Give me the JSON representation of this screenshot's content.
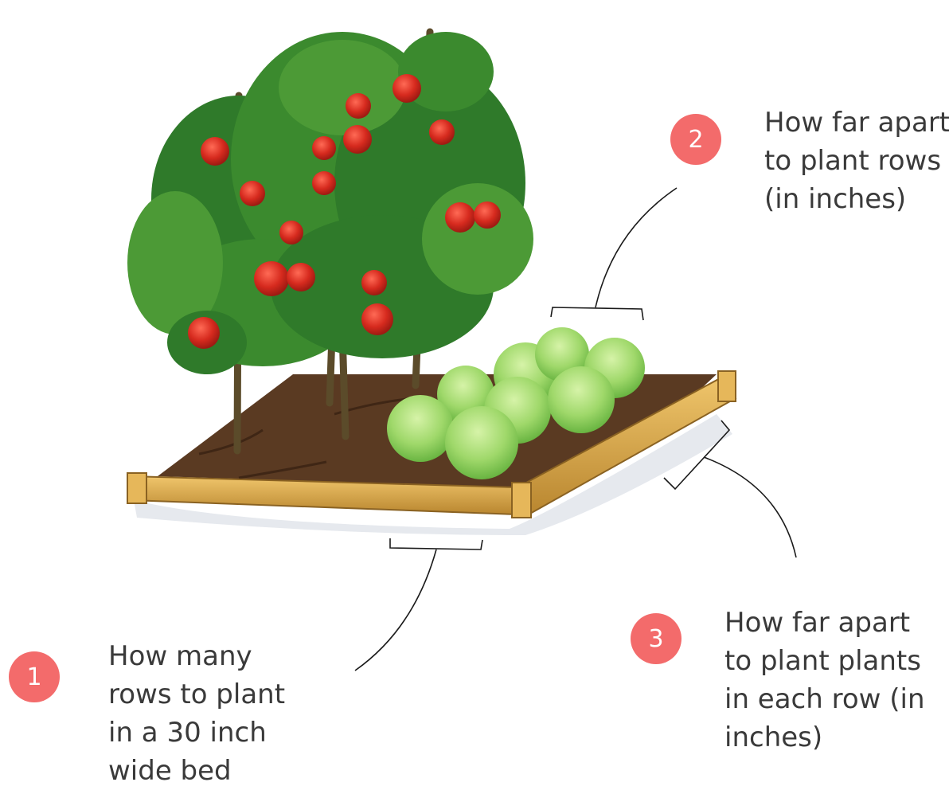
{
  "colors": {
    "badge": "#f36b6b",
    "soil": "#5a3a22",
    "frame_wood": "#d9a94f",
    "leaf_dark": "#2f7a2a",
    "leaf_light": "#4c9a36",
    "tomato": "#d62a1e",
    "cabbage": "#9fd86a",
    "stake": "#5b4b2a",
    "annotation_line": "#1a1a1a",
    "text": "#3a3a3a"
  },
  "callouts": [
    {
      "number": "1",
      "lines": [
        "How many",
        "rows to plant",
        "in a 30 inch",
        "wide bed"
      ]
    },
    {
      "number": "2",
      "lines": [
        "How far apart",
        "to plant rows",
        "(in inches)"
      ]
    },
    {
      "number": "3",
      "lines": [
        "How far apart",
        "to plant plants",
        "in each row (in",
        "inches)"
      ]
    }
  ]
}
